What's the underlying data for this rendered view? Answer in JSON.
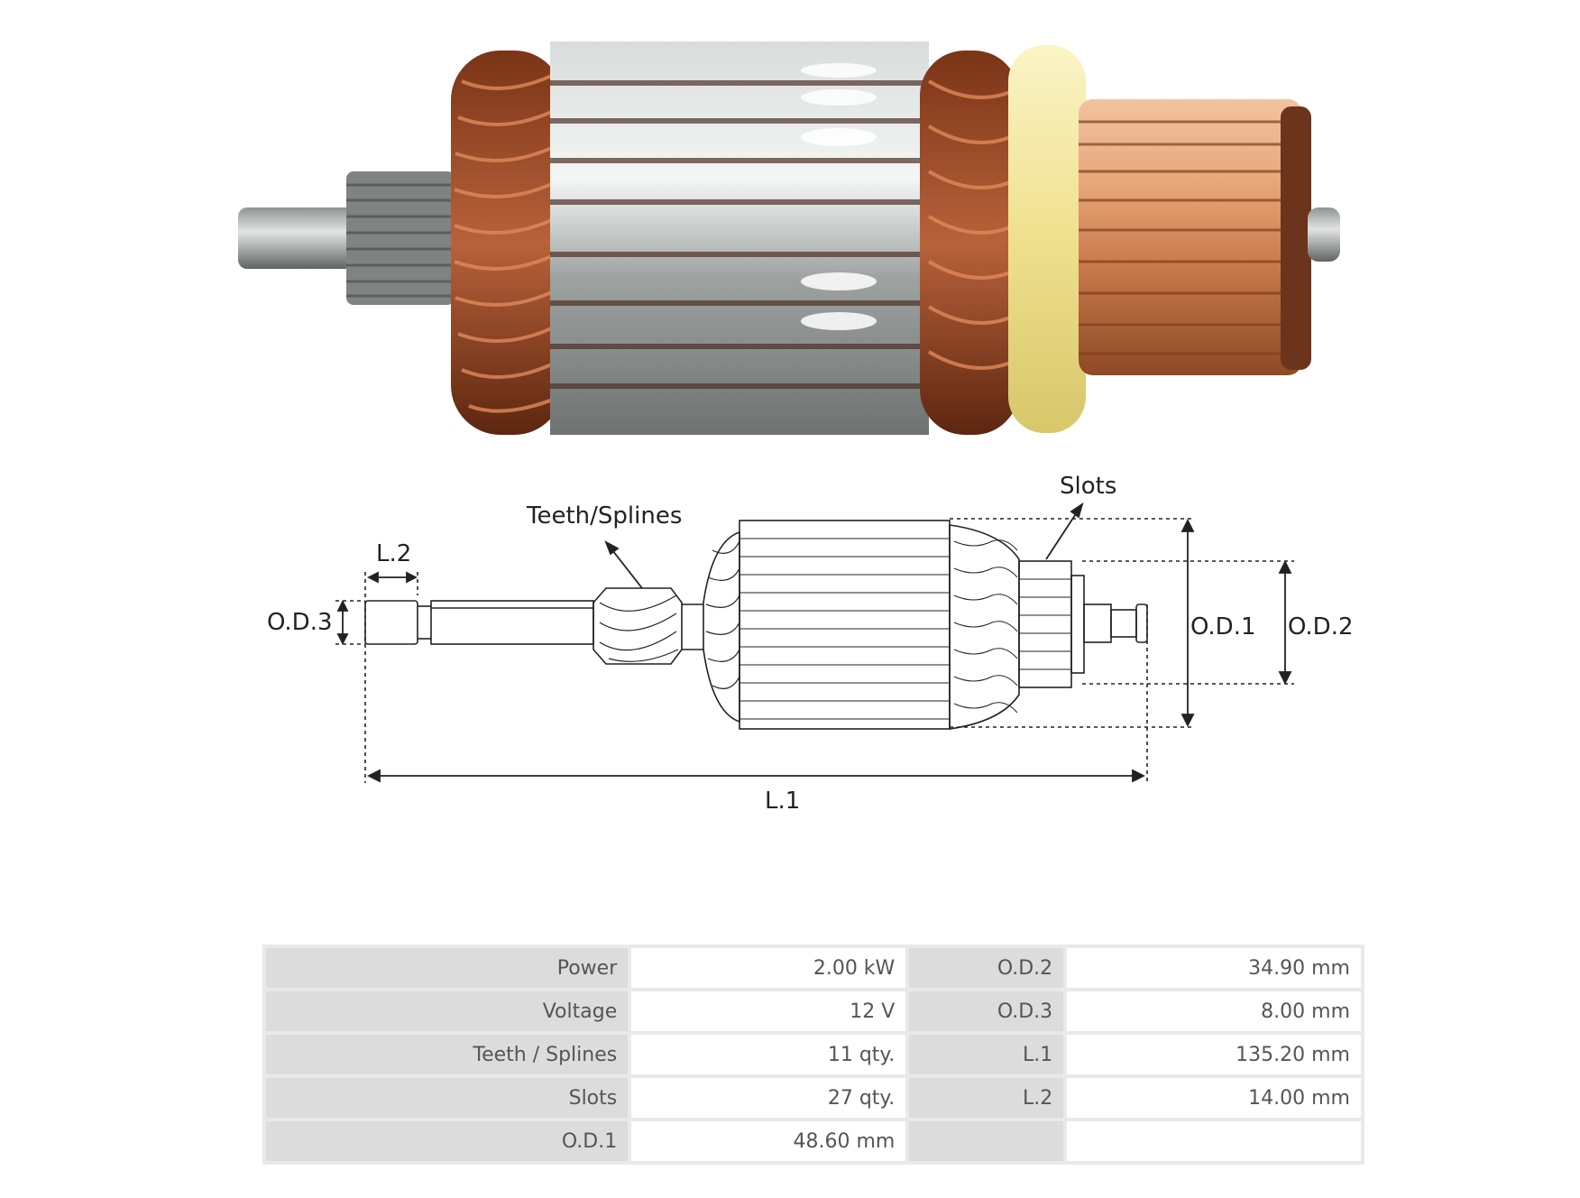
{
  "diagram": {
    "teeth_label": "Teeth/Splines",
    "slots_label": "Slots",
    "l2_label": "L.2",
    "od3_label": "O.D.3",
    "od1_label": "O.D.1",
    "od2_label": "O.D.2",
    "l1_label": "L.1"
  },
  "specs": {
    "rows": [
      {
        "label": "Power",
        "value": "2.00 kW",
        "label2": "O.D.2",
        "value2": "34.90 mm"
      },
      {
        "label": "Voltage",
        "value": "12 V",
        "label2": "O.D.3",
        "value2": "8.00 mm"
      },
      {
        "label": "Teeth / Splines",
        "value": "11 qty.",
        "label2": "L.1",
        "value2": "135.20 mm"
      },
      {
        "label": "Slots",
        "value": "27 qty.",
        "label2": "L.2",
        "value2": "14.00 mm"
      },
      {
        "label": "O.D.1",
        "value": "48.60  mm",
        "label2": "",
        "value2": ""
      }
    ]
  },
  "colors": {
    "copper": "#b0592f",
    "steel": "#b9bdbc",
    "insulator": "#f2e69a",
    "commutator": "#d99c6e"
  }
}
